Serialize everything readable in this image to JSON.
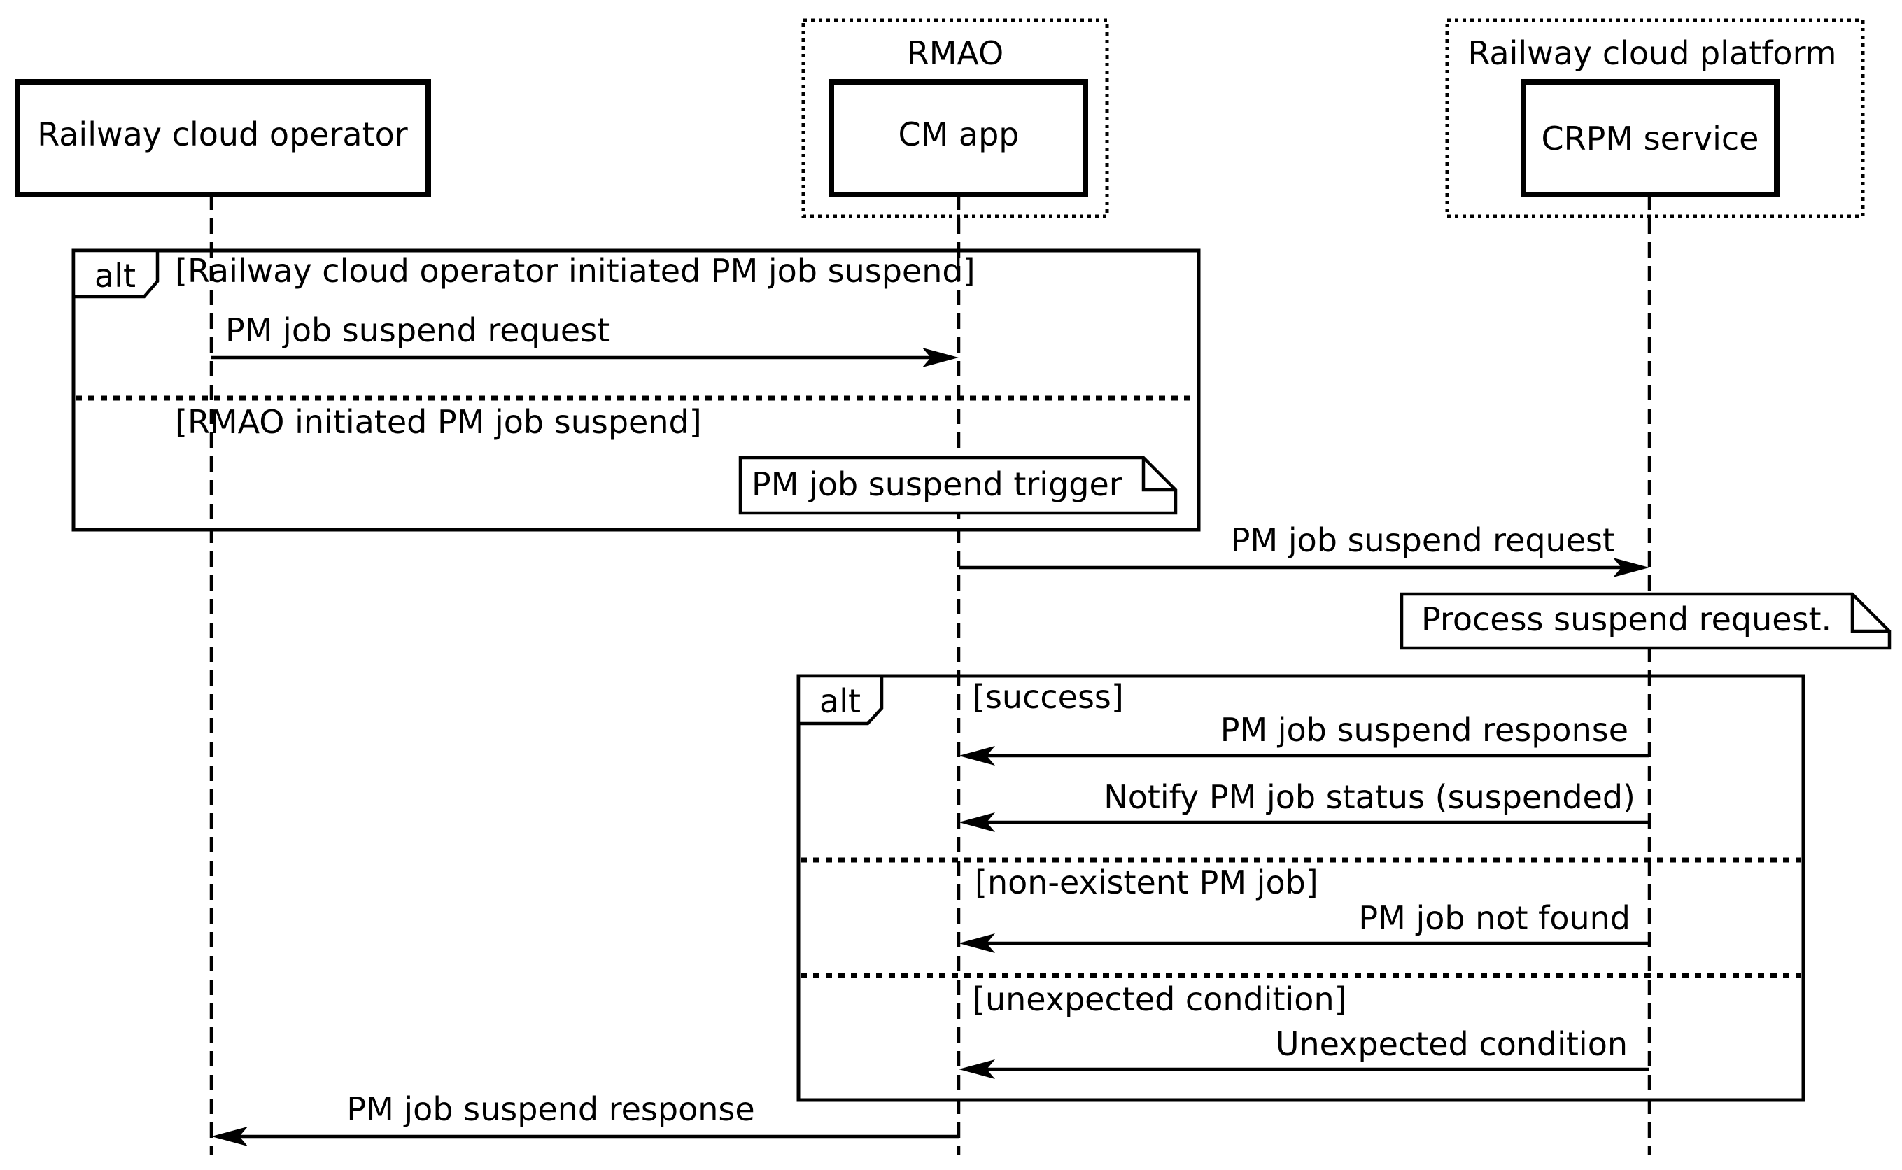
{
  "groups": {
    "rmao": "RMAO",
    "platform": "Railway cloud platform"
  },
  "participants": {
    "operator": "Railway cloud operator",
    "cm_app": "CM app",
    "crpm": "CRPM service"
  },
  "alt1": {
    "keyword": "alt",
    "guard1": "[Railway cloud operator initiated PM job suspend]",
    "msg1": "PM job suspend request",
    "guard2": "[RMAO initiated PM job suspend]",
    "note": "PM job suspend trigger"
  },
  "request_to_crpm": "PM job suspend request",
  "process_note": "Process suspend request.",
  "alt2": {
    "keyword": "alt",
    "guard_success": "[success]",
    "msg_response": "PM job suspend response",
    "msg_notify": "Notify PM job status (suspended)",
    "guard_nonexistent": "[non-existent PM job]",
    "msg_not_found": "PM job not found",
    "guard_unexpected": "[unexpected condition]",
    "msg_unexpected": "Unexpected condition"
  },
  "final_response": "PM job suspend response"
}
